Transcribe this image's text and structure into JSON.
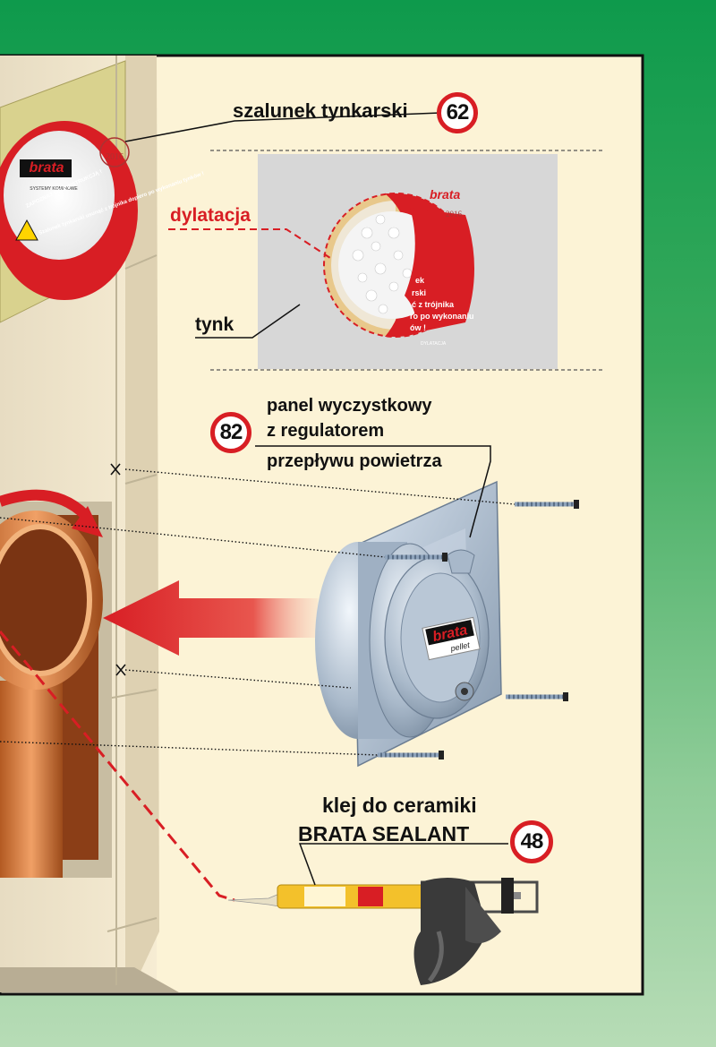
{
  "labels": {
    "formwork": "szalunek tynkarski",
    "dilation": "dylatacja",
    "plaster": "tynk",
    "panel_line1": "panel wyczystkowy",
    "panel_line2": "z regulatorem",
    "panel_line3": "przepływu powietrza",
    "glue_line1": "klej do ceramiki",
    "glue_line2": "BRATA  SEALANT"
  },
  "badges": {
    "formwork": "62",
    "panel": "82",
    "glue": "48"
  },
  "product": {
    "brand": "brata",
    "panel_brand_sub": "pellet",
    "disc_tagline": "SYSTEMY KOMINOWE",
    "disc_instruction": "ZAPOZNAJ SIĘ Z INSTRUKCJĄ !",
    "disc_warning": "Szalunek tynkarski usunąć z trójnika dopiero po wykonaniu tynków !",
    "disc_year": "2016",
    "disc_edge_text": "DYLATACJA",
    "disc_detail_lines": [
      "ek",
      "rski",
      "ć z trójnika",
      "ro po wykonaniu",
      "ów !"
    ]
  },
  "colors": {
    "accent_red": "#d81e24",
    "panel_bg": "#fcf3d6",
    "wall": "#f4e6c2",
    "pipe": "#d4793d"
  }
}
